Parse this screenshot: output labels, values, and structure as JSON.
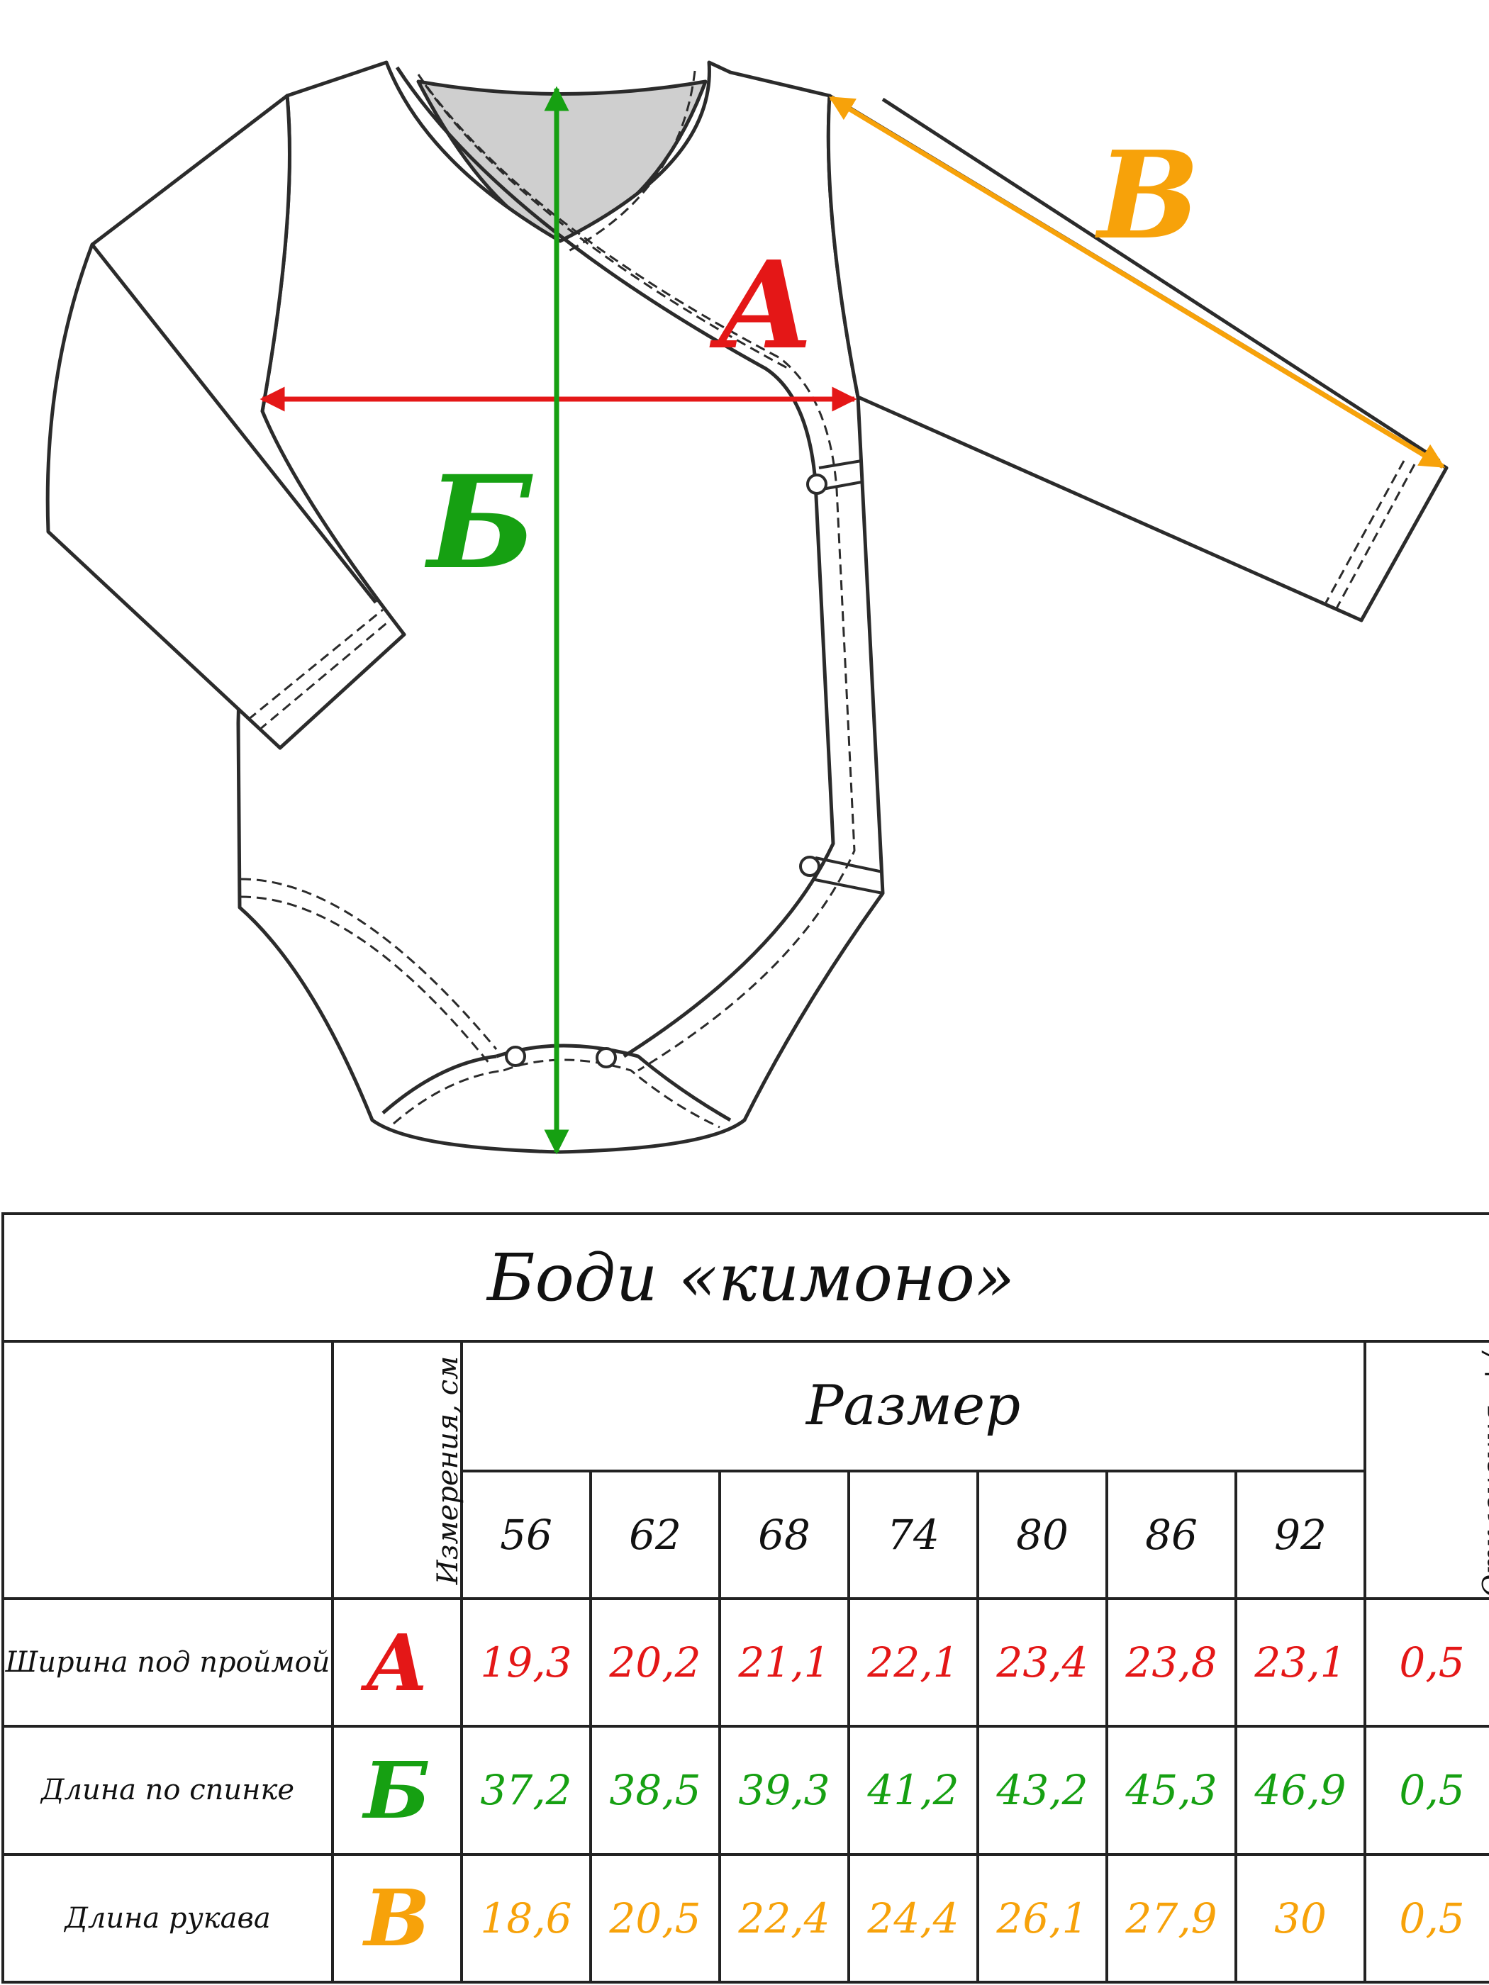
{
  "colors": {
    "a": "#e41717",
    "b": "#16a012",
    "v": "#f7a20a",
    "outline": "#2b2b2b",
    "shade": "#cfcfcf"
  },
  "labels": {
    "a": "А",
    "b": "Б",
    "v": "В"
  },
  "table": {
    "title": "Боди «кимоно»",
    "measure_header": "Измерения, см",
    "size_header": "Размер",
    "deviation_header": "Отклонения, +/-",
    "sizes": [
      "56",
      "62",
      "68",
      "74",
      "80",
      "86",
      "92"
    ],
    "rows": [
      {
        "name": "Ширина под проймой",
        "letter": "А",
        "color": "#e41717",
        "values": [
          "19,3",
          "20,2",
          "21,1",
          "22,1",
          "23,4",
          "23,8",
          "23,1"
        ],
        "deviation": "0,5"
      },
      {
        "name": "Длина по спинке",
        "letter": "Б",
        "color": "#16a012",
        "values": [
          "37,2",
          "38,5",
          "39,3",
          "41,2",
          "43,2",
          "45,3",
          "46,9"
        ],
        "deviation": "0,5"
      },
      {
        "name": "Длина рукава",
        "letter": "В",
        "color": "#f7a20a",
        "values": [
          "18,6",
          "20,5",
          "22,4",
          "24,4",
          "26,1",
          "27,9",
          "30"
        ],
        "deviation": "0,5"
      }
    ]
  }
}
